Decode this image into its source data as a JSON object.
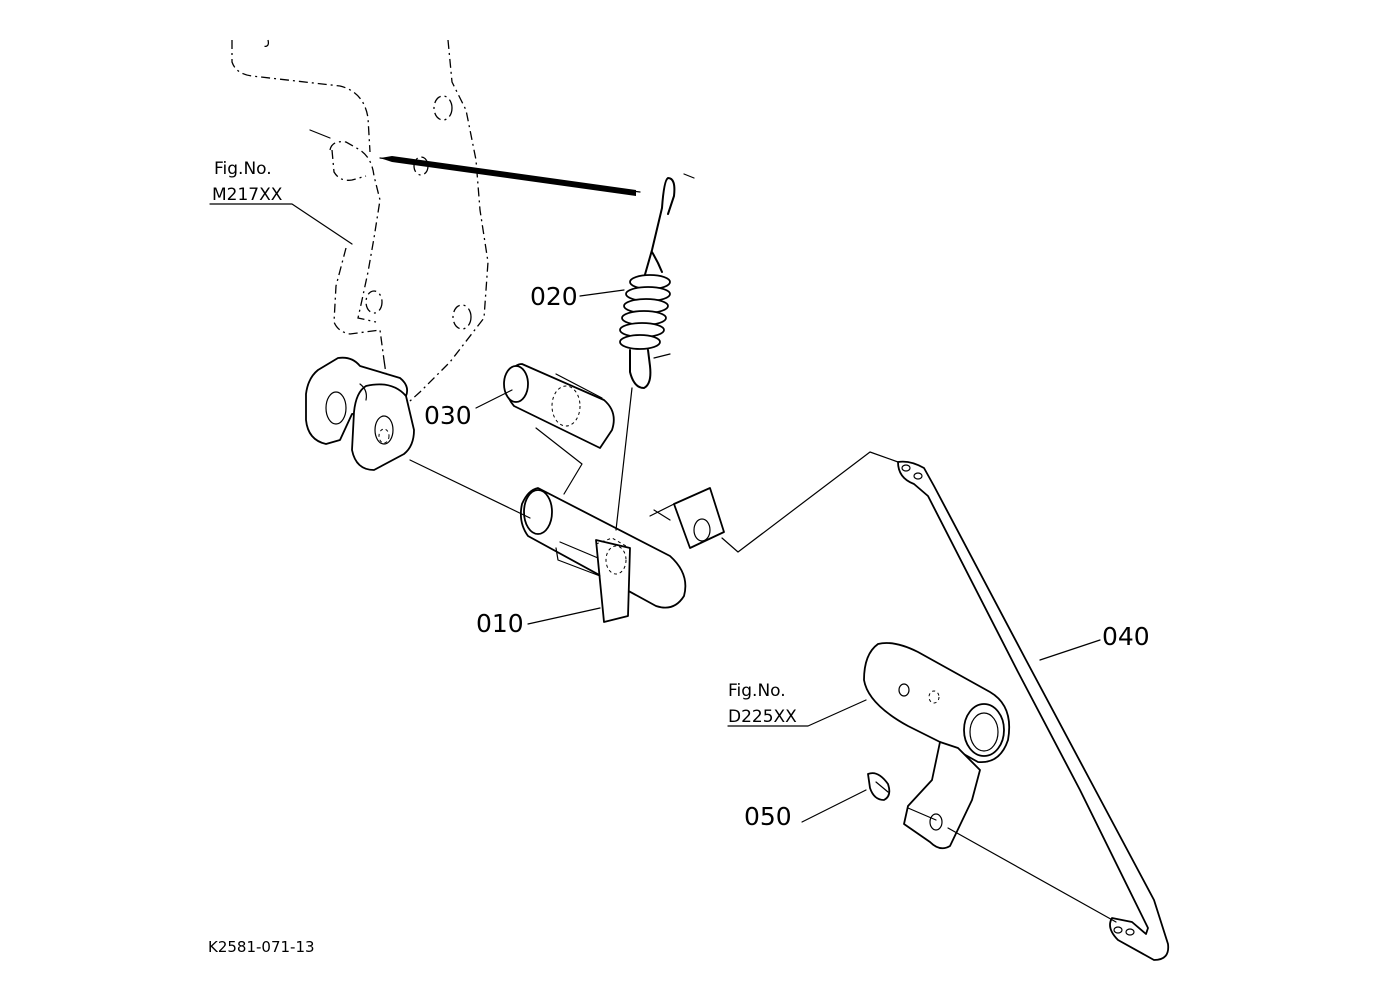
{
  "labels": {
    "part_010": "010",
    "part_020": "020",
    "part_030": "030",
    "part_040": "040",
    "part_050": "050",
    "fig_ref_upper_line1": "Fig.No.",
    "fig_ref_upper_line2": "M217XX",
    "fig_ref_lower_line1": "Fig.No.",
    "fig_ref_lower_line2": "D225XX",
    "drawing_id": "K2581-071-13"
  }
}
